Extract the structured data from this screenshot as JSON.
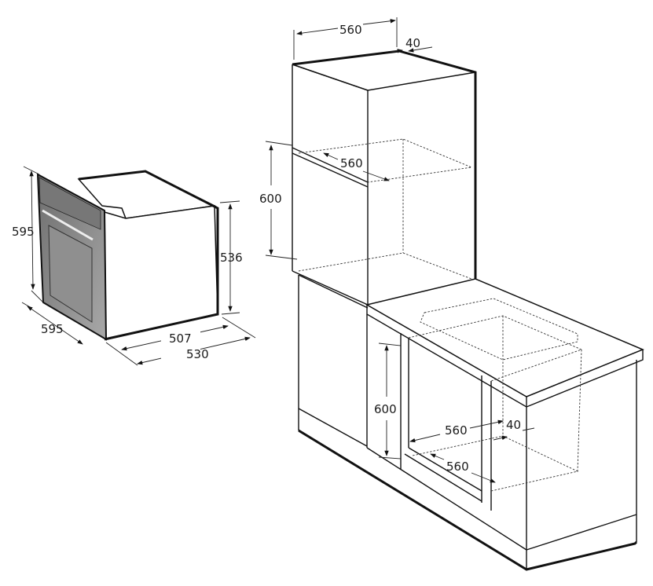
{
  "oven": {
    "height_label": "595",
    "width_label": "595",
    "body_height_label": "536",
    "body_depth_label": "507",
    "total_depth_label": "530"
  },
  "tall_cabinet": {
    "width_label": "560",
    "gap_label": "40",
    "niche_height_label": "600",
    "niche_depth_label": "560"
  },
  "under_counter": {
    "niche_height_label": "600",
    "niche_width_label": "560",
    "gap_label": "40",
    "niche_depth_label": "560"
  },
  "colors": {
    "line": "#111111",
    "oven_front": "#8a8a8a"
  }
}
